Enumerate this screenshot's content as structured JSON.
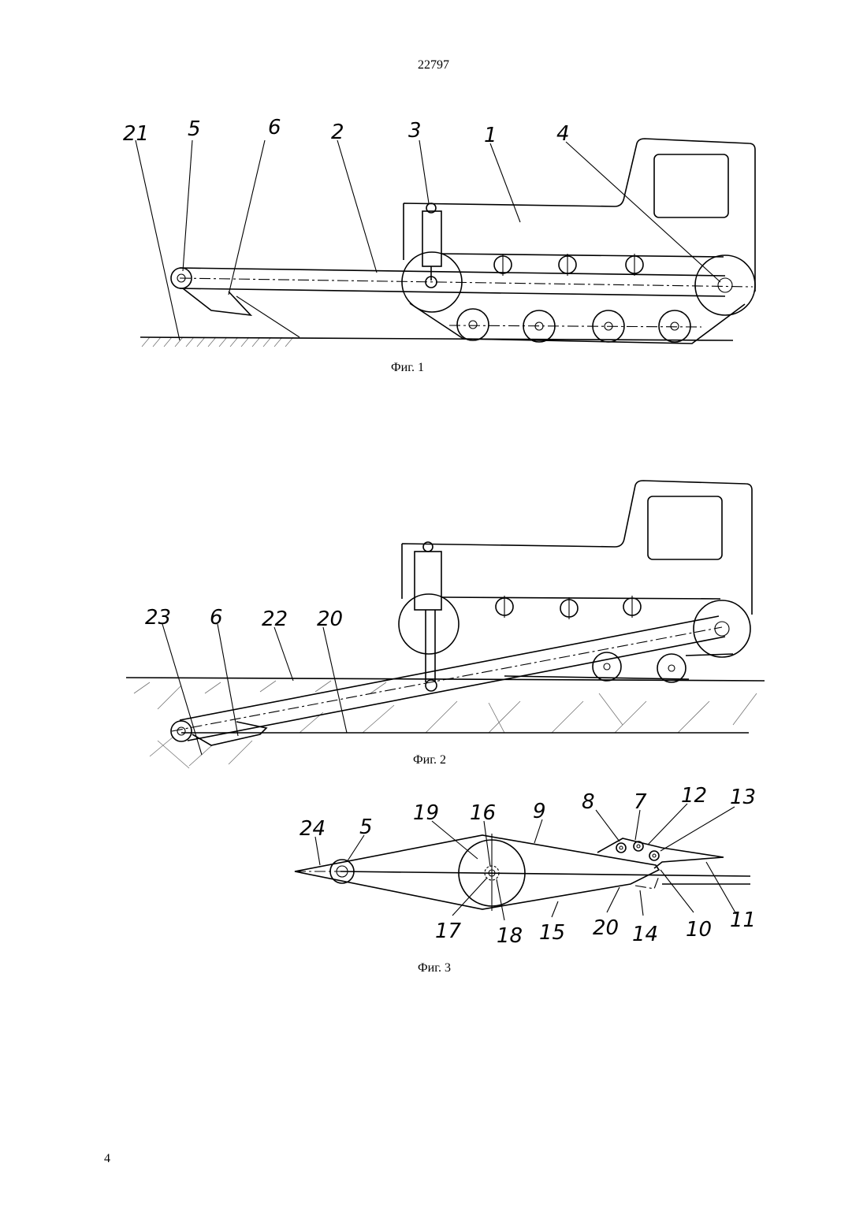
{
  "header": {
    "document_number": "22797"
  },
  "footer": {
    "page_number": "4"
  },
  "figures": [
    {
      "caption": "Фиг. 1",
      "labels": [
        "21",
        "5",
        "6",
        "2",
        "3",
        "1",
        "4"
      ]
    },
    {
      "caption": "Фиг. 2",
      "labels": [
        "23",
        "6",
        "22",
        "20"
      ]
    },
    {
      "caption": "Фиг. 3",
      "labels": [
        "24",
        "5",
        "19",
        "16",
        "9",
        "8",
        "7",
        "12",
        "13",
        "17",
        "18",
        "15",
        "20",
        "14",
        "10",
        "11"
      ]
    }
  ]
}
